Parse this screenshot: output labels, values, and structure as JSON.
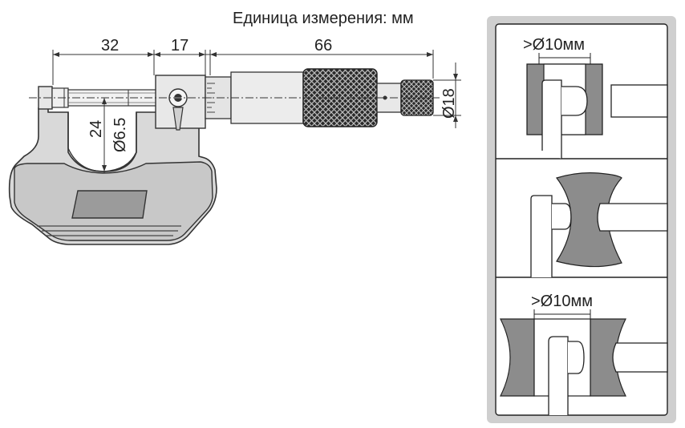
{
  "caption": "Единица измерения: мм",
  "dimensions": {
    "d32": "32",
    "d17": "17",
    "d66": "66",
    "d18": "Ø18",
    "d24": "24",
    "d65": "Ø6.5"
  },
  "panels": {
    "top_label": ">Ø10мм",
    "bottom_label": ">Ø10мм"
  }
}
